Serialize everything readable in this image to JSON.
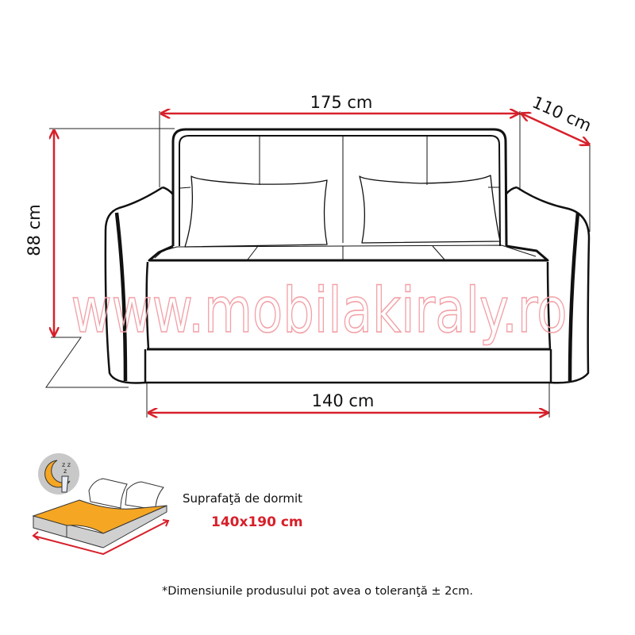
{
  "dimensions": {
    "width": "175 cm",
    "depth": "110 cm",
    "height": "88 cm",
    "seat_width": "140 cm"
  },
  "watermark": "www.mobilakiraly.ro",
  "sleeping_surface": {
    "label": "Suprafaţă de dormit",
    "size": "140x190 cm",
    "icon": "bed-sleep-icon"
  },
  "footnote": "*Dimensiunile produsului pot avea o toleranţă ± 2cm.",
  "colors": {
    "dimension_arrow": "#d7202a",
    "mattress": "#f5a623",
    "watermark": "#f2a0a6"
  }
}
